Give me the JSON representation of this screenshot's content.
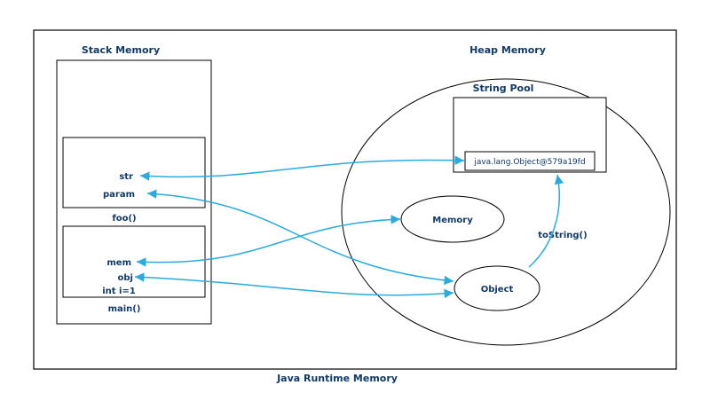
{
  "colors": {
    "arrow": "#29ABE2",
    "text": "#113A68",
    "border": "#000000",
    "background": "#FFFFFF"
  },
  "diagram": {
    "title": "Java Runtime Memory",
    "stack": {
      "title": "Stack Memory",
      "frames": [
        {
          "label": "foo()",
          "vars": {
            "str": "str",
            "param": "param"
          }
        },
        {
          "label": "main()",
          "vars": {
            "mem": "mem",
            "obj": "obj",
            "int": "int i=1"
          }
        }
      ]
    },
    "heap": {
      "title": "Heap Memory",
      "string_pool": {
        "title": "String Pool",
        "value": "java.lang.Object@579a19fd"
      },
      "memory_label": "Memory",
      "object_label": "Object",
      "method_label": "toString()"
    }
  }
}
